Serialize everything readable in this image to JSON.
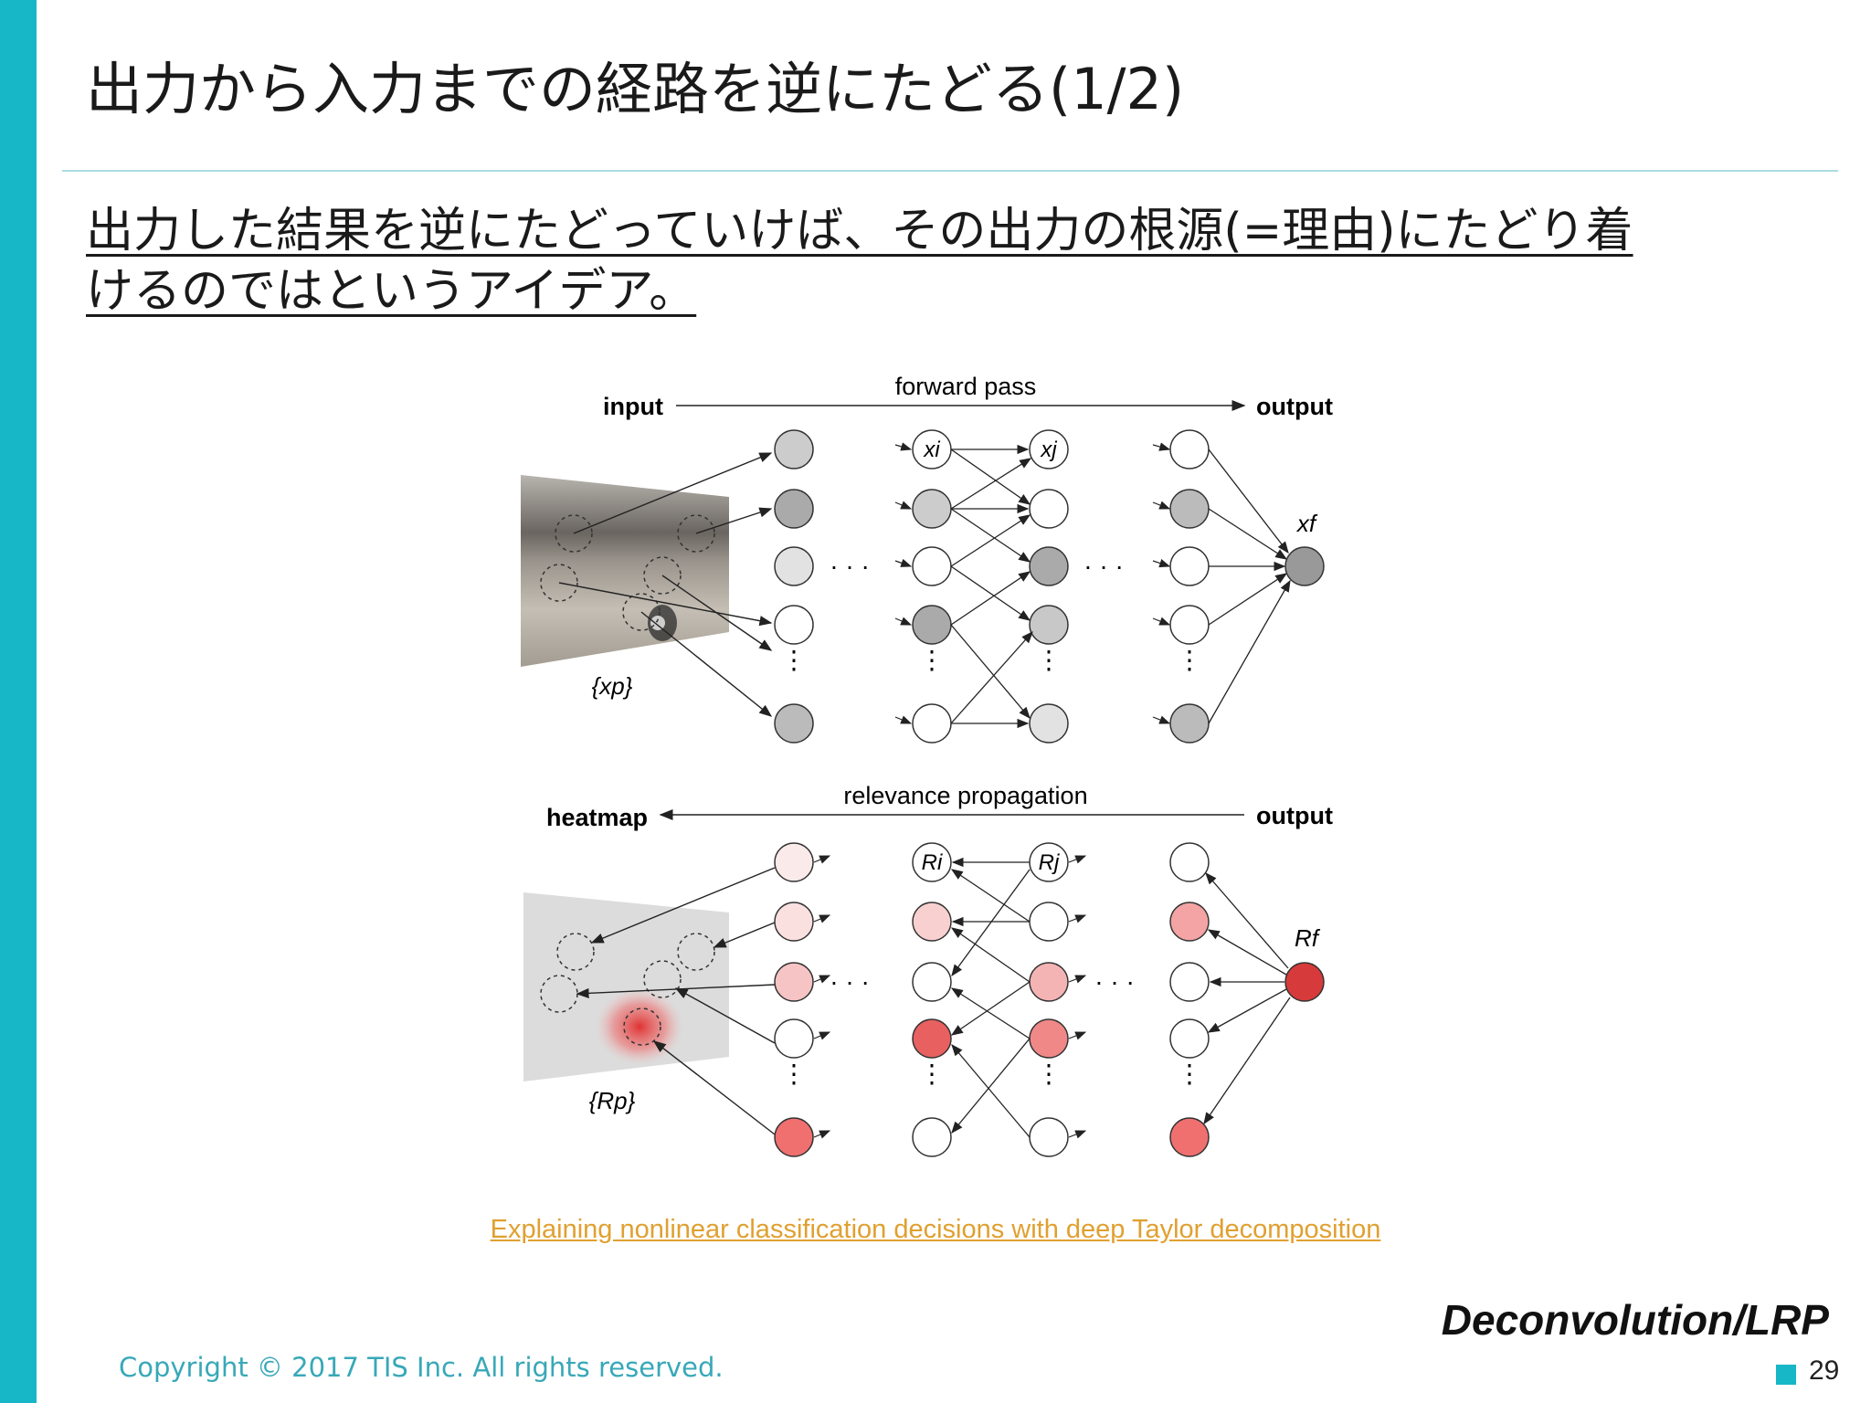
{
  "slide": {
    "title": "出力から入力までの経路を逆にたどる(1/2)",
    "lead_line1": "出力した結果を逆にたどっていけば、その出力の根源(=理由)にたどり着",
    "lead_line2": "けるのではというアイデア。",
    "citation": "Explaining nonlinear classification decisions with deep Taylor decomposition",
    "method": "Deconvolution/LRP",
    "copyright": "Copyright © 2017 TIS Inc. All rights reserved.",
    "page_number": "29"
  },
  "diagram": {
    "top": {
      "left_label": "input",
      "right_label": "output",
      "arrow_label": "forward pass",
      "input_label": "{xp}",
      "node_i": "xi",
      "node_j": "xj",
      "node_f": "xf",
      "ellipsis": "· · ·"
    },
    "bottom": {
      "left_label": "heatmap",
      "right_label": "output",
      "arrow_label": "relevance propagation",
      "input_label": "{Rp}",
      "node_i": "Ri",
      "node_j": "Rj",
      "node_f": "Rf",
      "ellipsis": "· · ·"
    },
    "colors": {
      "accent": "#17b7c7",
      "link": "#e0a030",
      "relevance_high": "#d63a3a",
      "relevance_mid": "#f0a0a0",
      "relevance_low": "#fbe4e4",
      "activation_dark": "#999999",
      "activation_mid": "#c8c8c8",
      "activation_light": "#e6e6e6"
    }
  }
}
